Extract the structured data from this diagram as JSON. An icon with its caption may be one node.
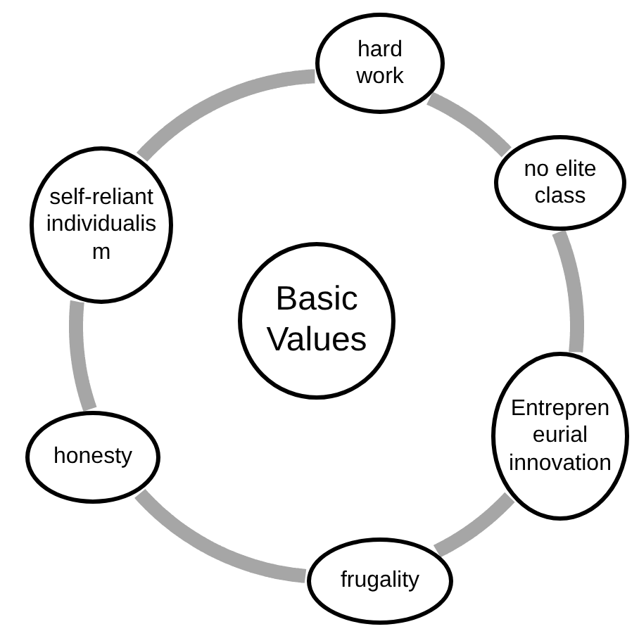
{
  "diagram": {
    "nodes": [
      {
        "text": [
          "Basic Values"
        ]
      },
      {
        "text": [
          "hard work"
        ]
      },
      {
        "text": [
          "no elite class"
        ]
      },
      {
        "text": [
          "Entrepreneurial innovation"
        ]
      },
      {
        "text": [
          "frugality"
        ]
      },
      {
        "text": [
          "honesty"
        ]
      },
      {
        "text": [
          "self-reliant individualism"
        ]
      }
    ],
    "edges": [
      {
        "from": 1,
        "to": 2,
        "arrow": "none"
      },
      {
        "from": 2,
        "to": 3,
        "arrow": "none"
      },
      {
        "from": 3,
        "to": 4,
        "arrow": "none"
      },
      {
        "from": 4,
        "to": 5,
        "arrow": "none"
      },
      {
        "from": 5,
        "to": 6,
        "arrow": "none"
      },
      {
        "from": 6,
        "to": 1,
        "arrow": "none"
      }
    ]
  }
}
